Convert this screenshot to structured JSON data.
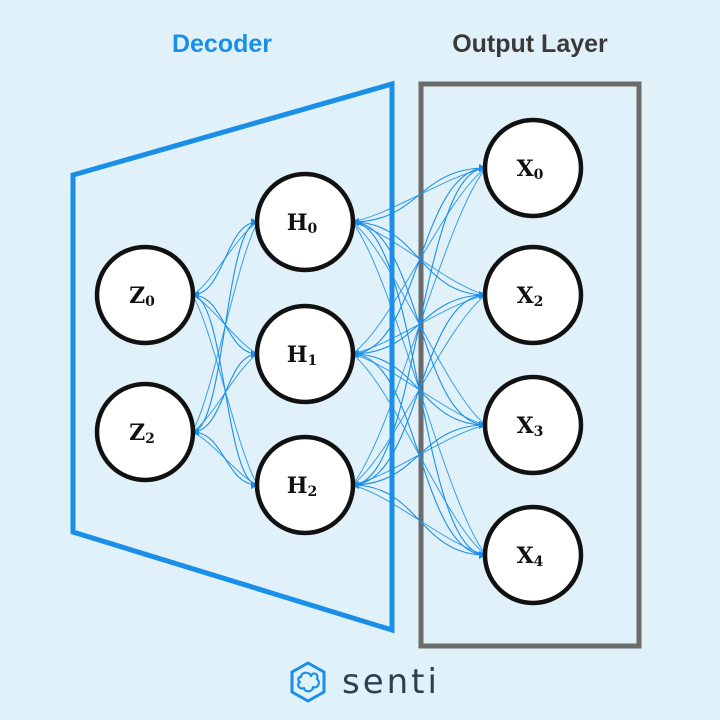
{
  "titles": {
    "decoder": "Decoder",
    "output": "Output Layer"
  },
  "colors": {
    "background": "#e1f1fa",
    "decoder_accent": "#1a8fe8",
    "output_frame": "#6b6b6b",
    "arrow": "#1a8fe8",
    "node_fill": "#ffffff",
    "node_stroke": "#111111",
    "brand_text": "#2c3e50"
  },
  "nodes": {
    "latent": [
      {
        "id": "z0",
        "letter": "Z",
        "sub": "0"
      },
      {
        "id": "z2",
        "letter": "Z",
        "sub": "2"
      }
    ],
    "hidden": [
      {
        "id": "h0",
        "letter": "H",
        "sub": "0"
      },
      {
        "id": "h1",
        "letter": "H",
        "sub": "1"
      },
      {
        "id": "h2",
        "letter": "H",
        "sub": "2"
      }
    ],
    "output": [
      {
        "id": "x0",
        "letter": "X",
        "sub": "0"
      },
      {
        "id": "x2",
        "letter": "X",
        "sub": "2"
      },
      {
        "id": "x3",
        "letter": "X",
        "sub": "3"
      },
      {
        "id": "x4",
        "letter": "X",
        "sub": "4"
      }
    ]
  },
  "connections": {
    "latent_to_hidden": "fully-connected, bidirectional",
    "hidden_to_output": "fully-connected, bidirectional"
  },
  "brand": {
    "name": "senti",
    "icon": "senti-logo-icon"
  }
}
